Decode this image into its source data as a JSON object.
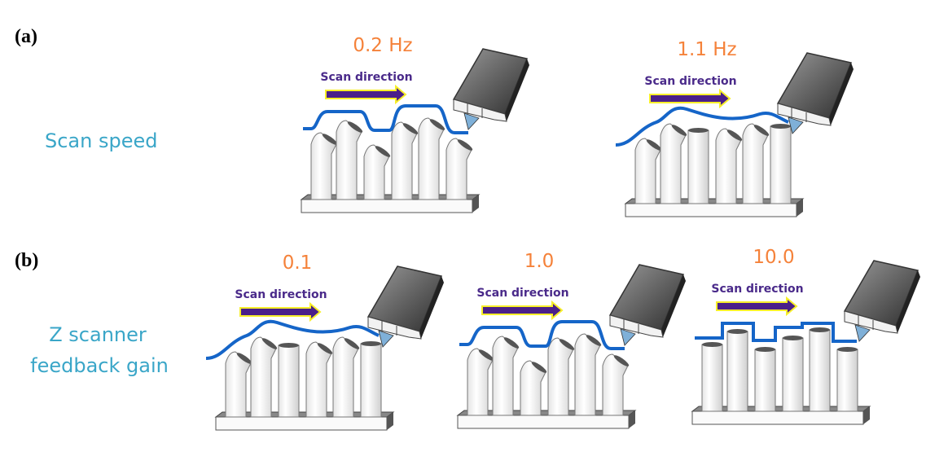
{
  "row_a": {
    "tag": "(a)",
    "label": "Scan speed"
  },
  "row_b": {
    "tag": "(b)",
    "label_line1": "Z scanner",
    "label_line2": "feedback gain"
  },
  "panels": [
    {
      "value": "0.2 Hz",
      "scan_label": "Scan direction"
    },
    {
      "value": "1.1 Hz",
      "scan_label": "Scan direction"
    },
    {
      "value": "0.1",
      "scan_label": "Scan direction"
    },
    {
      "value": "1.0",
      "scan_label": "Scan direction"
    },
    {
      "value": "10.0",
      "scan_label": "Scan direction"
    }
  ],
  "colors": {
    "trace": "#1565c8",
    "value": "#f5823a",
    "row_label": "#3aa6c8",
    "arrow": "#4a1f8a",
    "arrow_outline": "#f7ef2a"
  }
}
